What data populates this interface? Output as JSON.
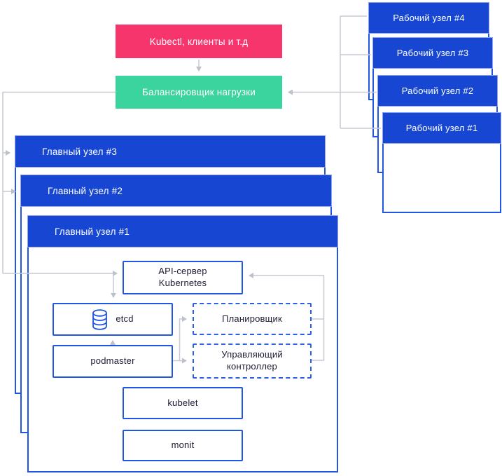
{
  "diagram": {
    "clients": {
      "label": "Kubectl, клиенты и т.д"
    },
    "load_balancer": {
      "label": "Балансировщик нагрузки"
    },
    "worker_nodes": [
      {
        "label": "Рабочий узел #4"
      },
      {
        "label": "Рабочий узел #3"
      },
      {
        "label": "Рабочий узел #2"
      },
      {
        "label": "Рабочий узел #1"
      }
    ],
    "master_nodes": [
      {
        "label": "Главный узел #3"
      },
      {
        "label": "Главный узел #2"
      },
      {
        "label": "Главный узел #1"
      }
    ],
    "components": {
      "api_server": {
        "label_line1": "API-сервер",
        "label_line2": "Kubernetes"
      },
      "etcd": {
        "label": "etcd",
        "icon": "database-icon"
      },
      "scheduler": {
        "label": "Планировщик"
      },
      "controller_manager": {
        "label_line1": "Управляющий",
        "label_line2": "контроллер"
      },
      "podmaster": {
        "label": "podmaster"
      },
      "kubelet": {
        "label": "kubelet"
      },
      "monit": {
        "label": "monit"
      }
    },
    "colors": {
      "node_blue": "#1746D2",
      "border_blue": "#2155E2",
      "clients_pink": "#F7356D",
      "load_balancer_green": "#3BD49E",
      "connector_gray": "#C7CAD3"
    }
  }
}
